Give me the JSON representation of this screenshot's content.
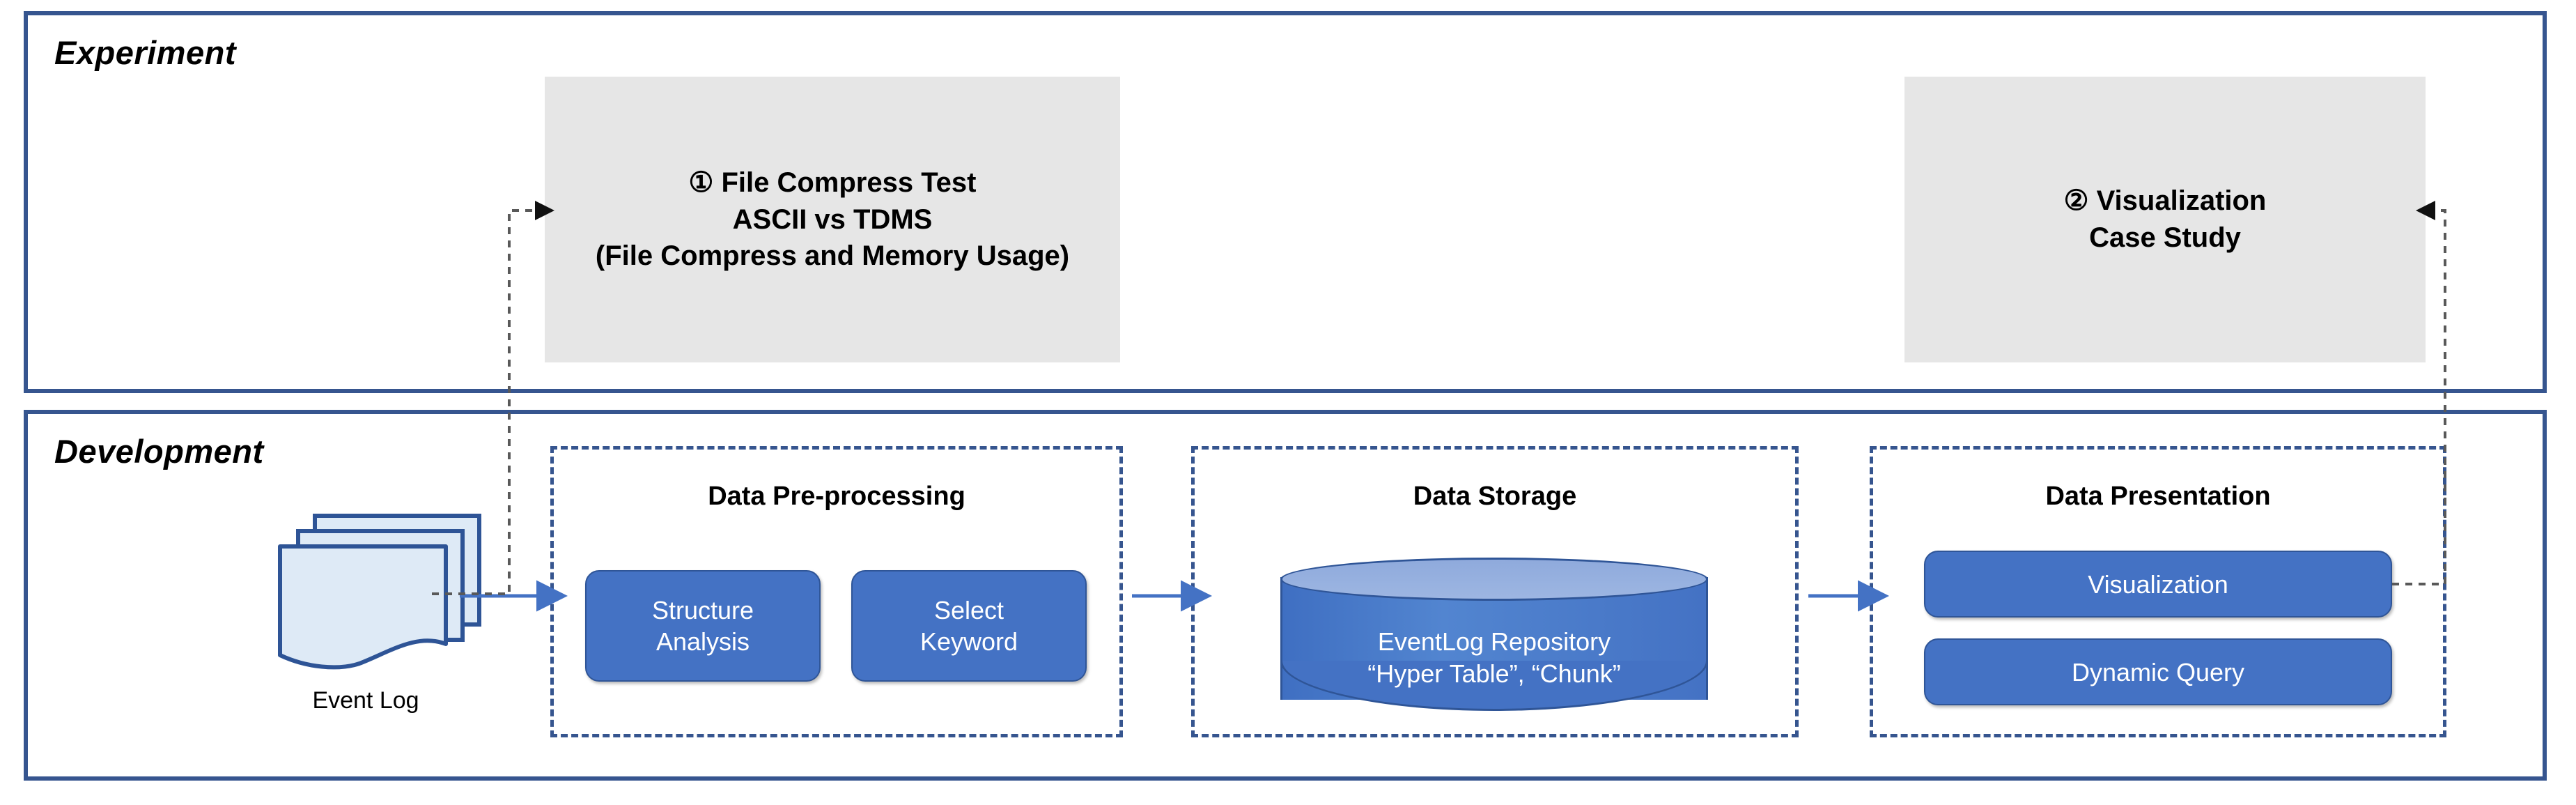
{
  "sections": {
    "experiment": {
      "title": "Experiment",
      "boxes": [
        {
          "name": "file-compress-test",
          "lines": [
            "① File Compress Test",
            "ASCII vs TDMS",
            "(File Compress and Memory Usage)"
          ]
        },
        {
          "name": "visualization-case-study",
          "lines": [
            "② Visualization",
            "Case Study"
          ]
        }
      ]
    },
    "development": {
      "title": "Development",
      "source": {
        "icon": "document-stack-icon",
        "label": "Event Log"
      },
      "modules": [
        {
          "name": "data-pre-processing",
          "title": "Data Pre-processing",
          "buttons": [
            {
              "name": "structure-analysis",
              "lines": [
                "Structure",
                "Analysis"
              ]
            },
            {
              "name": "select-keyword",
              "lines": [
                "Select",
                "Keyword"
              ]
            }
          ]
        },
        {
          "name": "data-storage",
          "title": "Data Storage",
          "cylinder": {
            "name": "eventlog-repository-cylinder",
            "lines": [
              "EventLog Repository",
              "“Hyper Table”, “Chunk”"
            ]
          }
        },
        {
          "name": "data-presentation",
          "title": "Data Presentation",
          "buttons": [
            {
              "name": "visualization",
              "lines": [
                "Visualization"
              ]
            },
            {
              "name": "dynamic-query",
              "lines": [
                "Dynamic Query"
              ]
            }
          ]
        }
      ]
    }
  },
  "colors": {
    "frame_border": "#36558F",
    "dashed_border": "#36558F",
    "grey_box_fill": "#E6E6E6",
    "button_blue": "#4472C4",
    "button_border": "#2F5597",
    "cylinder_top": "#8FAADC",
    "document_fill": "#DEEAF6",
    "document_border": "#2E5496",
    "arrow_blue": "#4472C4",
    "dotted_connector": "#595959",
    "text_dark": "#000000",
    "text_light": "#FFFFFF"
  }
}
